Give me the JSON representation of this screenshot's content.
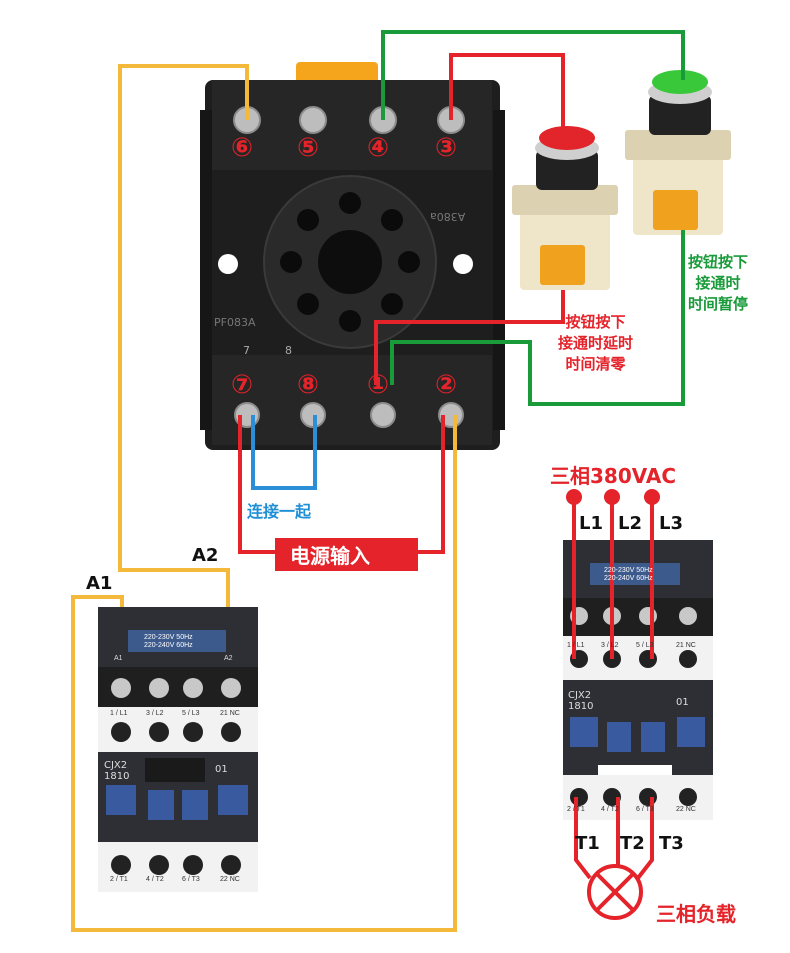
{
  "relay_base": {
    "top_terminals": [
      "⑥",
      "⑤",
      "④",
      "③"
    ],
    "bottom_terminals": [
      "⑦",
      "⑧",
      "①",
      "②"
    ],
    "mark_left": "7",
    "mark_right": "8",
    "model_text": "PF083A",
    "model_text_side": "A380a"
  },
  "annotations": {
    "red_button": "按钮按下\n接通时延时\n时间清零",
    "green_button": "按钮按下\n接通时\n时间暂停",
    "link_together": "连接一起",
    "power_input": "电源输入",
    "three_phase": "三相380VAC",
    "three_phase_load": "三相负载",
    "A1": "A1",
    "A2": "A2"
  },
  "phases_in": [
    "L1",
    "L2",
    "L3"
  ],
  "phases_out": [
    "T1",
    "T2",
    "T3"
  ],
  "contactor": {
    "model": "CJX2\n1810",
    "aux": "01",
    "rating": "220-230V 50Hz\n220-240V 60Hz",
    "coil_labels": [
      "A1",
      "A2"
    ],
    "top_labels": [
      "1 / L1",
      "3 / L2",
      "5 / L3",
      "21 NC"
    ],
    "bottom_labels": [
      "2 / T1",
      "4 / T2",
      "6 / T3",
      "22 NC"
    ]
  },
  "colors": {
    "red_wire": "#e4232a",
    "green_wire": "#1a9b3a",
    "yellow_wire": "#f4b83a",
    "blue_wire": "#2b8fd8",
    "relay_body": "#1e1e1e"
  }
}
